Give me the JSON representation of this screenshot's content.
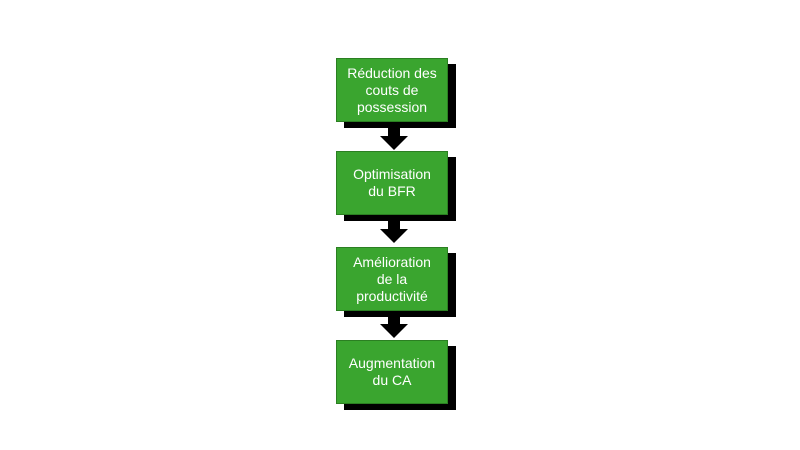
{
  "diagram": {
    "steps": [
      {
        "label": "Réduction des\ncouts de\npossession"
      },
      {
        "label": "Optimisation\ndu BFR"
      },
      {
        "label": "Amélioration\nde la\nproductivité"
      },
      {
        "label": "Augmentation\ndu CA"
      }
    ],
    "colors": {
      "box_fill": "#3aa52f",
      "box_border": "#2b7f22",
      "shadow": "#000000",
      "arrow": "#000000",
      "text": "#ffffff"
    }
  }
}
